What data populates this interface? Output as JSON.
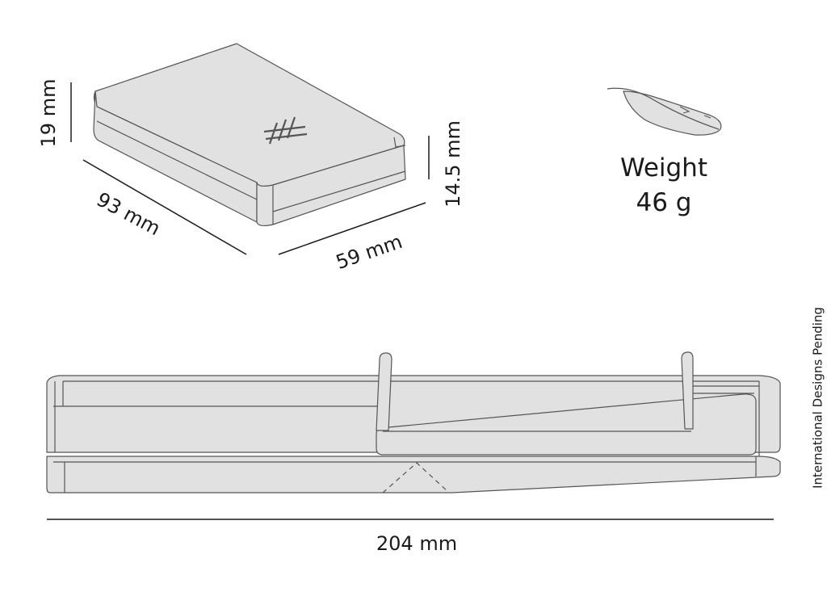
{
  "dimensions": {
    "height_mm": "19 mm",
    "length_mm": "93 mm",
    "width_mm": "59 mm",
    "height_rear_mm": "14.5 mm",
    "open_length_mm": "204 mm"
  },
  "weight": {
    "label": "Weight",
    "value": "46 g"
  },
  "footnote": "International Designs Pending",
  "colors": {
    "body_fill": "#e1e1e1",
    "outline": "#555555",
    "line": "#1a1a1a"
  }
}
